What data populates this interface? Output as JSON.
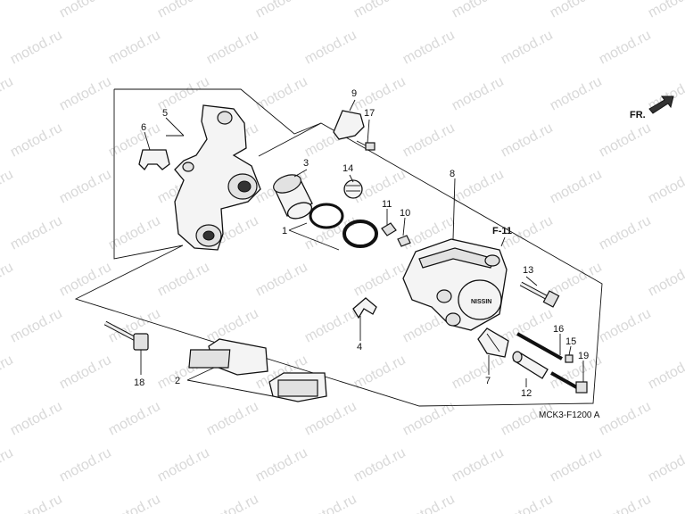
{
  "watermark": "motod.ru",
  "diagram_code": "MCK3-F1200 A",
  "direction_label": "FR.",
  "reference_label": "F-11",
  "callouts": {
    "c1": "1",
    "c2": "2",
    "c3": "3",
    "c4": "4",
    "c5": "5",
    "c6": "6",
    "c7": "7",
    "c8": "8",
    "c9": "9",
    "c10": "10",
    "c11": "11",
    "c12": "12",
    "c13": "13",
    "c14": "14",
    "c15": "15",
    "c16": "16",
    "c17": "17",
    "c18": "18",
    "c19": "19"
  },
  "caliper_logo": "NISSIN"
}
